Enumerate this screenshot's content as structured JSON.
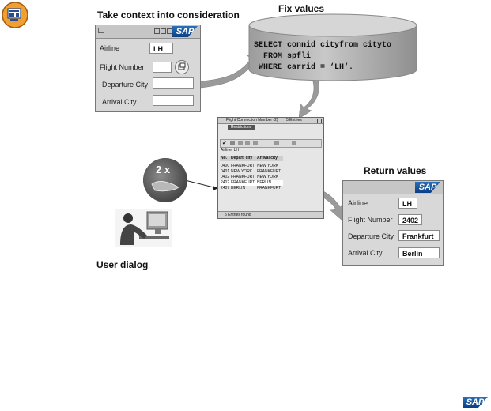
{
  "headings": {
    "context": "Take context into consideration",
    "fix": "Fix values",
    "return": "Return values",
    "user": "User dialog"
  },
  "sap_brand": "SAP",
  "left_panel": {
    "fields": [
      {
        "label": "Airline",
        "value": "LH"
      },
      {
        "label": "Flight Number",
        "value": ""
      },
      {
        "label": "Departure City",
        "value": ""
      },
      {
        "label": "Arrival City",
        "value": ""
      }
    ]
  },
  "sql": {
    "line1": "SELECT connid cityfrom cityto",
    "line2": "FROM spfli",
    "line3": "WHERE carrid = ‘LH‘."
  },
  "hitlist": {
    "title": "Flight Connection Number (2)",
    "entries_count": "5 Entries",
    "tab": "Restrictions",
    "airline_line": "Airline: LH",
    "columns": [
      "No.",
      "Depart. city",
      "Arrival city"
    ],
    "rows": [
      [
        "0400",
        "FRANKFURT",
        "NEW YORK"
      ],
      [
        "0401",
        "NEW YORK",
        "FRANKFURT"
      ],
      [
        "0402",
        "FRANKFURT",
        "NEW YORK"
      ],
      [
        "2402",
        "FRANKFURT",
        "BERLIN"
      ],
      [
        "2407",
        "BERLIN",
        "FRANKFURT"
      ]
    ],
    "status": "5 Entries found"
  },
  "double_click_label": "2 x",
  "right_panel": {
    "fields": [
      {
        "label": "Airline",
        "value": "LH"
      },
      {
        "label": "Flight Number",
        "value": "2402"
      },
      {
        "label": "Departure City",
        "value": "Frankfurt"
      },
      {
        "label": "Arrival City",
        "value": "Berlin"
      }
    ]
  },
  "colors": {
    "cylinder": "#b5b5b5",
    "arrow": "#9a9a9a",
    "sap_blue": "#1a56a0",
    "selected_row": "#ffffff"
  }
}
